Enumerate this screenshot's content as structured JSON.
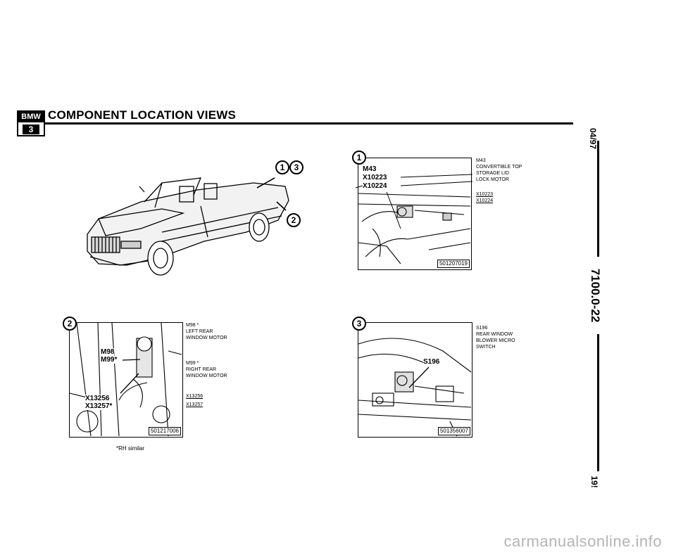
{
  "header": {
    "brand_text": "BMW",
    "series_text": "3",
    "title": "COMPONENT LOCATION VIEWS"
  },
  "margin": {
    "date": "04/97",
    "section": "7100.0-22",
    "page": "19!"
  },
  "overview": {
    "callouts": [
      "1",
      "3",
      "2"
    ]
  },
  "panels": [
    {
      "number": "1",
      "photo_id": "501207019",
      "labels": [
        "M43",
        "X10223",
        "X10224"
      ],
      "legend": [
        {
          "text": "M43"
        },
        {
          "text": "CONVERTIBLE TOP"
        },
        {
          "text": "STORAGE LID"
        },
        {
          "text": "LOCK MOTOR"
        },
        {
          "text": "X10223",
          "underline": true
        },
        {
          "text": "X10224",
          "underline": true
        }
      ]
    },
    {
      "number": "2",
      "photo_id": "501217006",
      "labels": [
        "M98",
        "M99*",
        "X13256",
        "X13257*"
      ],
      "legend": [
        {
          "text": "M98 *"
        },
        {
          "text": "LEFT REAR"
        },
        {
          "text": "WINDOW MOTOR"
        },
        {
          "text": "M99 *"
        },
        {
          "text": "RIGHT REAR"
        },
        {
          "text": "WINDOW MOTOR"
        },
        {
          "text": "X13256",
          "underline": true
        },
        {
          "text": "X13257",
          "underline": true
        }
      ],
      "footnote": "*RH similar"
    },
    {
      "number": "3",
      "photo_id": "501356007",
      "labels": [
        "S196"
      ],
      "legend": [
        {
          "text": "S196"
        },
        {
          "text": "REAR WINDOW"
        },
        {
          "text": "BLOWER MICRO"
        },
        {
          "text": "SWITCH"
        }
      ]
    }
  ],
  "watermark": "carmanualsonline.info"
}
